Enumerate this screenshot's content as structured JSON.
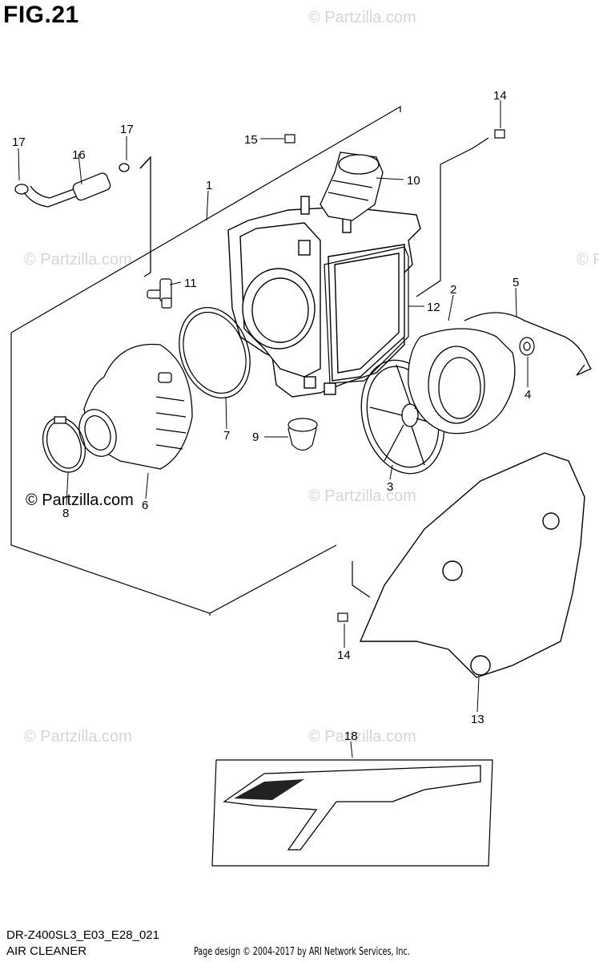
{
  "figure": {
    "title": "FIG.21"
  },
  "callouts": [
    {
      "id": "c1",
      "label": "1"
    },
    {
      "id": "c2",
      "label": "2"
    },
    {
      "id": "c3",
      "label": "3"
    },
    {
      "id": "c4",
      "label": "4"
    },
    {
      "id": "c5",
      "label": "5"
    },
    {
      "id": "c6",
      "label": "6"
    },
    {
      "id": "c7",
      "label": "7"
    },
    {
      "id": "c8",
      "label": "8"
    },
    {
      "id": "c9",
      "label": "9"
    },
    {
      "id": "c10",
      "label": "10"
    },
    {
      "id": "c11",
      "label": "11"
    },
    {
      "id": "c12",
      "label": "12"
    },
    {
      "id": "c13",
      "label": "13"
    },
    {
      "id": "c14a",
      "label": "14"
    },
    {
      "id": "c14b",
      "label": "14"
    },
    {
      "id": "c15",
      "label": "15"
    },
    {
      "id": "c16",
      "label": "16"
    },
    {
      "id": "c17a",
      "label": "17"
    },
    {
      "id": "c17b",
      "label": "17"
    },
    {
      "id": "c18",
      "label": "18"
    }
  ],
  "watermarks": {
    "partzilla": "© Partzilla.com",
    "partzilla_bold": "© Partzilla.com"
  },
  "footer": {
    "model_code": "DR-Z400SL3_E03_E28_021",
    "section_name": "AIR CLEANER",
    "copyright": "Page design © 2004-2017 by ARI Network Services, Inc."
  }
}
